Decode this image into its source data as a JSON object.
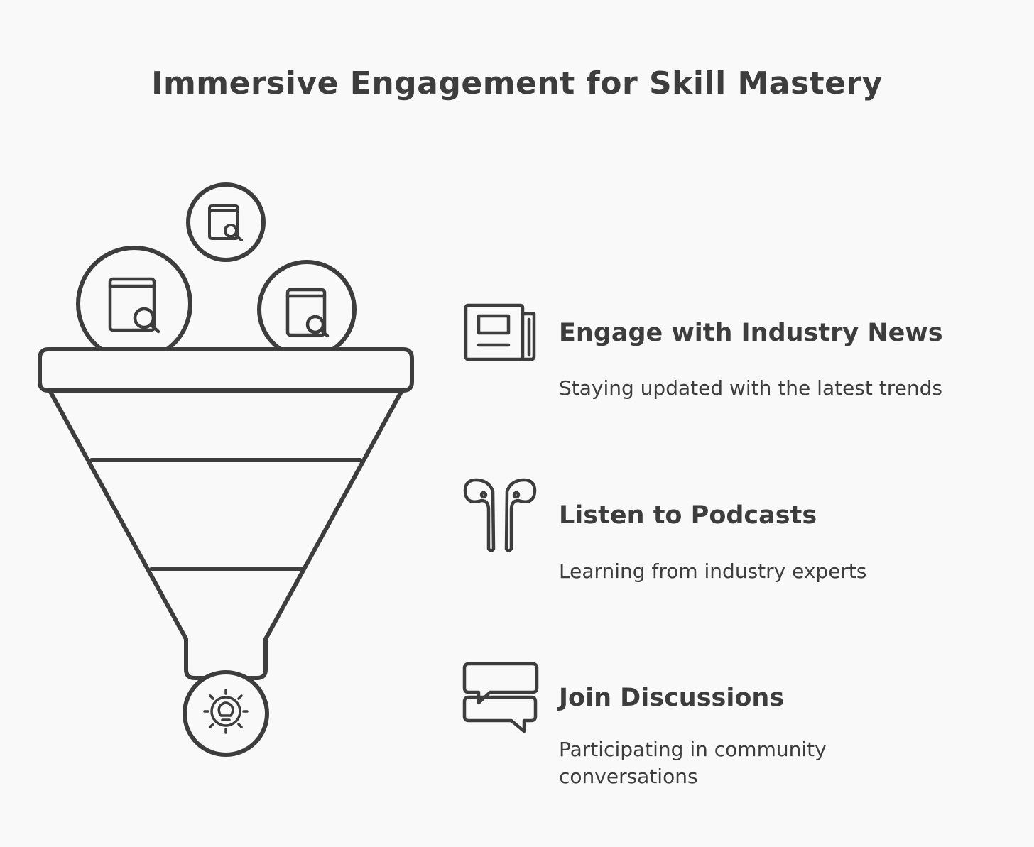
{
  "title": "Immersive Engagement for Skill Mastery",
  "colors": {
    "ink": "#3d3d3d",
    "background": "#f9f9f9"
  },
  "funnel": {
    "input_icons": [
      "book-search-icon",
      "book-search-icon",
      "book-search-icon"
    ],
    "output_icon": "gear-lightbulb-icon",
    "stages": 3
  },
  "items": [
    {
      "icon": "newspaper-icon",
      "heading": "Engage with Industry News",
      "description": "Staying updated with the latest trends"
    },
    {
      "icon": "earbuds-icon",
      "heading": "Listen to Podcasts",
      "description": "Learning from industry experts"
    },
    {
      "icon": "chat-bubbles-icon",
      "heading": "Join Discussions",
      "description": "Participating in community conversations"
    }
  ]
}
